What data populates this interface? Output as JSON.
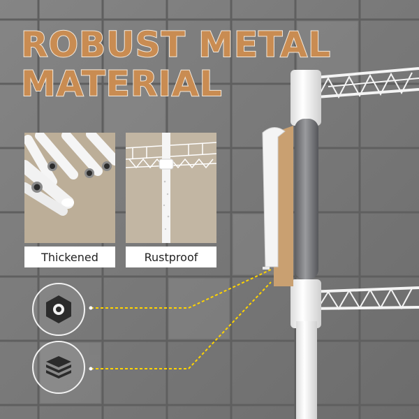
{
  "headline": {
    "line1": "ROBUST METAL",
    "line2": "MATERIAL"
  },
  "features": [
    {
      "label": "Thickened"
    },
    {
      "label": "Rustproof"
    }
  ],
  "icons": [
    "hex-nut-icon",
    "layered-plates-icon"
  ],
  "colors": {
    "headline": "#c98c52",
    "headline_outline": "#f3e9dc",
    "wall": "#7b7b7b",
    "dashed_line": "#ffd400",
    "tube_core": "#6f7073",
    "cork_layer": "#c9a071",
    "white_coating": "#f4f4f4"
  }
}
